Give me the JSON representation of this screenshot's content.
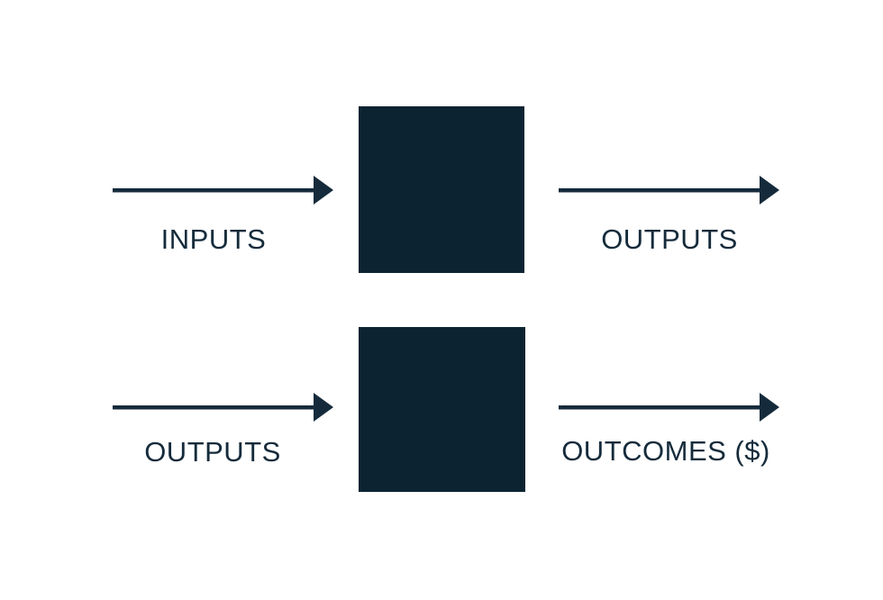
{
  "diagram": {
    "title": "black-box machine flow diagram",
    "rows": [
      {
        "left_label": "INPUTS",
        "right_label": "OUTPUTS",
        "center": "black-box"
      },
      {
        "left_label": "OUTPUTS",
        "right_label": "OUTCOMES ($)",
        "center": "black-box"
      }
    ],
    "icons": {
      "arrow": "right-arrow-icon"
    }
  },
  "colors": {
    "bg": "#ffffff",
    "ink": "#152b3b",
    "box": "#0c2432"
  }
}
